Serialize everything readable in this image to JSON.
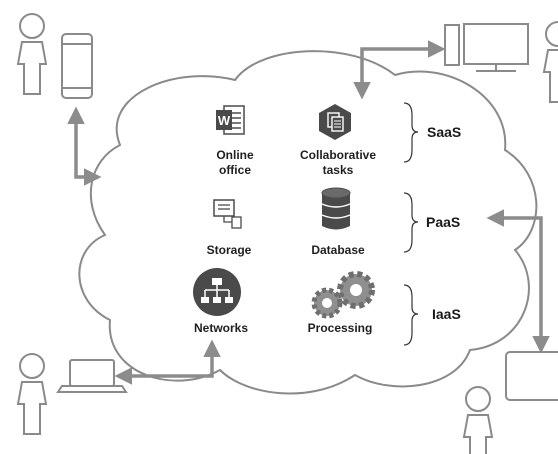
{
  "services": [
    {
      "label": "Online\noffice",
      "icon": "word-document-icon"
    },
    {
      "label": "Collaborative\ntasks",
      "icon": "collaboration-hexagon-icon"
    },
    {
      "label": "Storage",
      "icon": "storage-transfer-icon"
    },
    {
      "label": "Database",
      "icon": "database-cylinder-icon"
    },
    {
      "label": "Networks",
      "icon": "network-hierarchy-icon"
    },
    {
      "label": "Processing",
      "icon": "gears-icon"
    }
  ],
  "tiers": [
    "SaaS",
    "PaaS",
    "IaaS"
  ],
  "devices": [
    "smartphone-icon",
    "desktop-computer-icon",
    "laptop-icon",
    "tablet-icon"
  ],
  "users": [
    "user-icon",
    "user-icon",
    "user-icon",
    "user-icon"
  ],
  "colors": {
    "cloud_stroke": "#8a8a8a",
    "arrow": "#8c8c8c",
    "icon_dark": "#4a4a4a",
    "icon_light": "#9a9a9a"
  }
}
